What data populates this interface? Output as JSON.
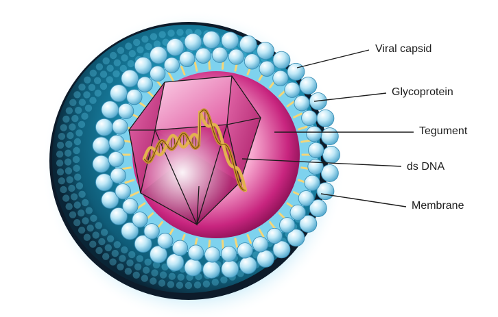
{
  "diagram": {
    "labels": {
      "viral_capsid": "Viral capsid",
      "glycoprotein": "Glycoprotein",
      "tegument": "Tegument",
      "ds_dna": "ds DNA",
      "membrane": "Membrane"
    },
    "colors": {
      "glow": "#5fc4ee",
      "dark_rim": "#0d1b2a",
      "outer_sphere": "#1a7f9e",
      "bead": "#a8def2",
      "bead_stroke": "#3b8fb5",
      "membrane_band": "#7ed2ee",
      "tegument": "#b0106e",
      "spike": "#f3d678",
      "capsid_face": "#ec6ab4",
      "capsid_shadow": "#8e1358",
      "dna": "#c9932e",
      "leader_line": "#1c1c1c"
    }
  }
}
